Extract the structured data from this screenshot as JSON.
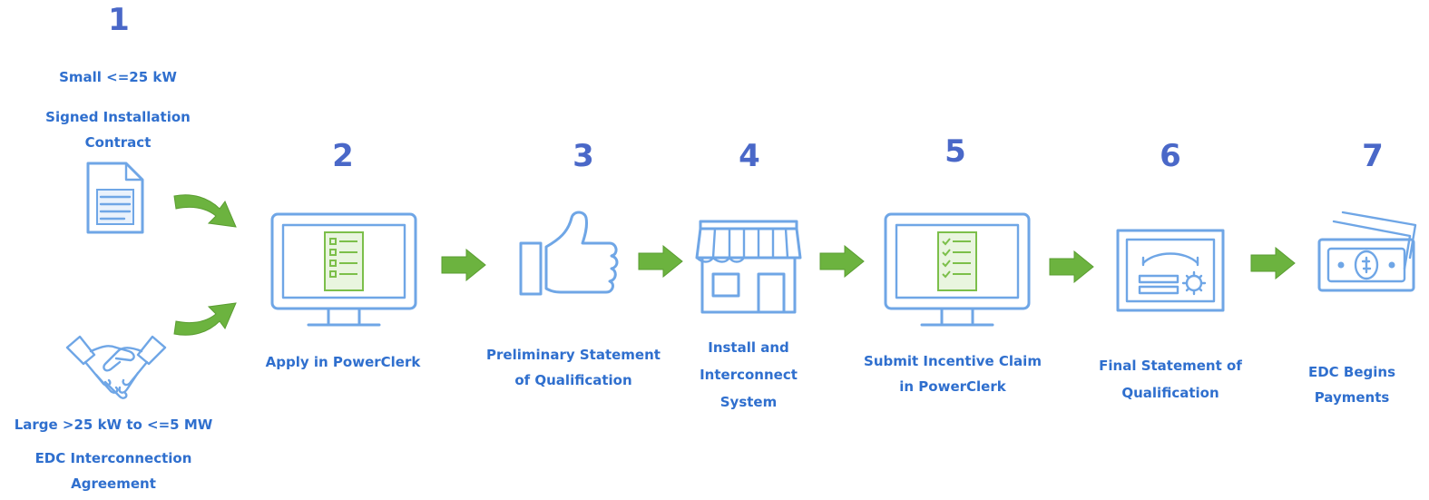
{
  "steps": [
    {
      "number": "1",
      "labels": [
        "Small <=25 kW",
        "Signed Installation Contract",
        "Large >25 kW to <=5 MW",
        "EDC Interconnection Agreement"
      ]
    },
    {
      "number": "2",
      "label": "Apply in PowerClerk"
    },
    {
      "number": "3",
      "label": "Preliminary Statement of Qualification"
    },
    {
      "number": "4",
      "label": "Install and Interconnect System"
    },
    {
      "number": "5",
      "label": "Submit Incentive Claim in PowerClerk"
    },
    {
      "number": "6",
      "label": "Final Statement of Qualification"
    },
    {
      "number": "7",
      "label": "EDC Begins Payments"
    }
  ],
  "step1": {
    "small_label": "Small <=25 kW",
    "small_doc_line1": "Signed Installation",
    "small_doc_line2": "Contract",
    "large_label": "Large >25 kW to <=5 MW",
    "large_doc_line1": "EDC Interconnection",
    "large_doc_line2": "Agreement"
  },
  "labels": {
    "s2": "Apply in PowerClerk",
    "s3_line1": "Preliminary Statement",
    "s3_line2": "of Qualification",
    "s4_line1": "Install and",
    "s4_line2": "Interconnect",
    "s4_line3": "System",
    "s5_line1": "Submit Incentive Claim",
    "s5_line2": "in PowerClerk",
    "s6_line1": "Final Statement of",
    "s6_line2": "Qualification",
    "s7_line1": "EDC Begins",
    "s7_line2": "Payments"
  },
  "icons": [
    "document-icon",
    "handshake-icon",
    "monitor-checklist-icon",
    "thumbs-up-icon",
    "storefront-icon",
    "monitor-checklist-checked-icon",
    "certificate-icon",
    "money-stack-icon"
  ],
  "colors": {
    "number": "#4a68c8",
    "label": "#2f6fce",
    "icon_stroke": "#6fa6e6",
    "checklist": "#7cbf4a",
    "arrow": "#6cb33f"
  }
}
